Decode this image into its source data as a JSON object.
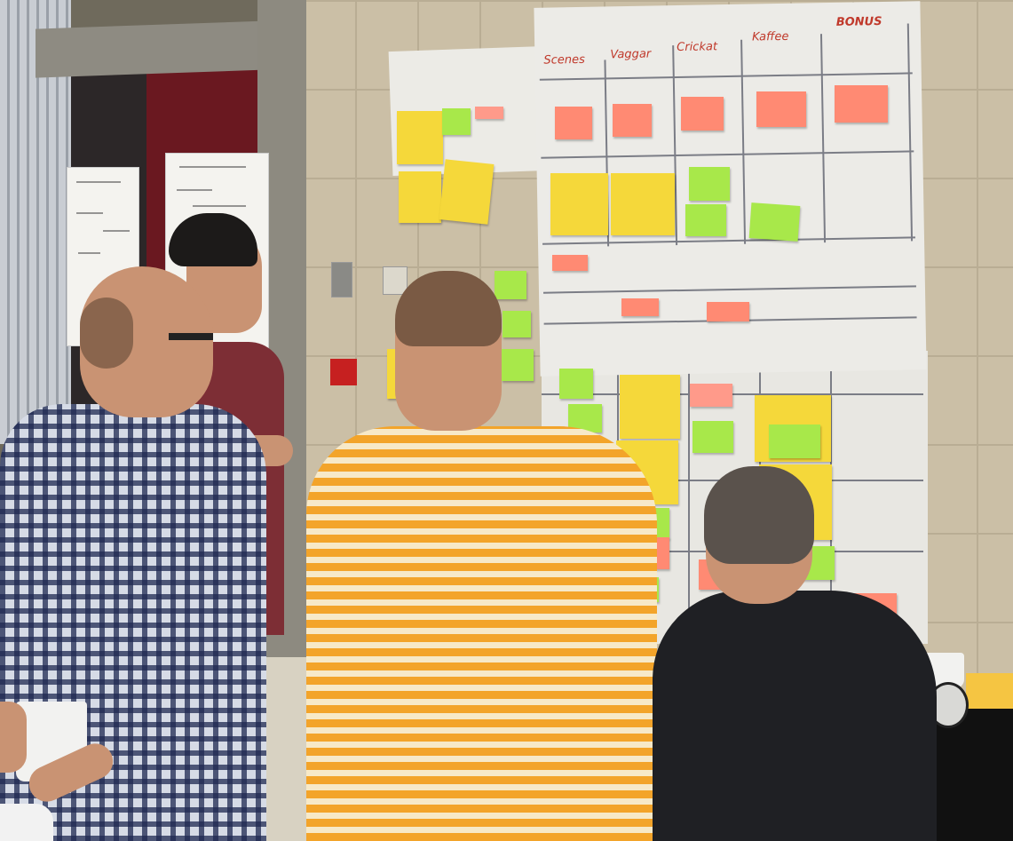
{
  "scene": {
    "description_alt": "",
    "board": {
      "column_headers": [
        "Scenes",
        "Vaggar",
        "Crickat",
        "Kaffee",
        "BONUS"
      ]
    }
  },
  "colors": {
    "wall": "#cbbfa6",
    "paper": "#ecebe7",
    "note_pink": "#ff8a73",
    "note_yellow": "#f5d83a",
    "note_green": "#a8e84a",
    "door_red": "#6a1820"
  }
}
